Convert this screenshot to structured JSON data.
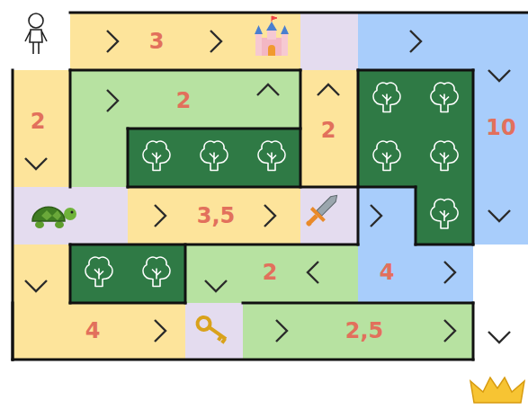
{
  "diagram": {
    "labels": [
      "3",
      "2",
      "2",
      "2",
      "10",
      "3,5",
      "2",
      "4",
      "4",
      "2,5"
    ]
  }
}
